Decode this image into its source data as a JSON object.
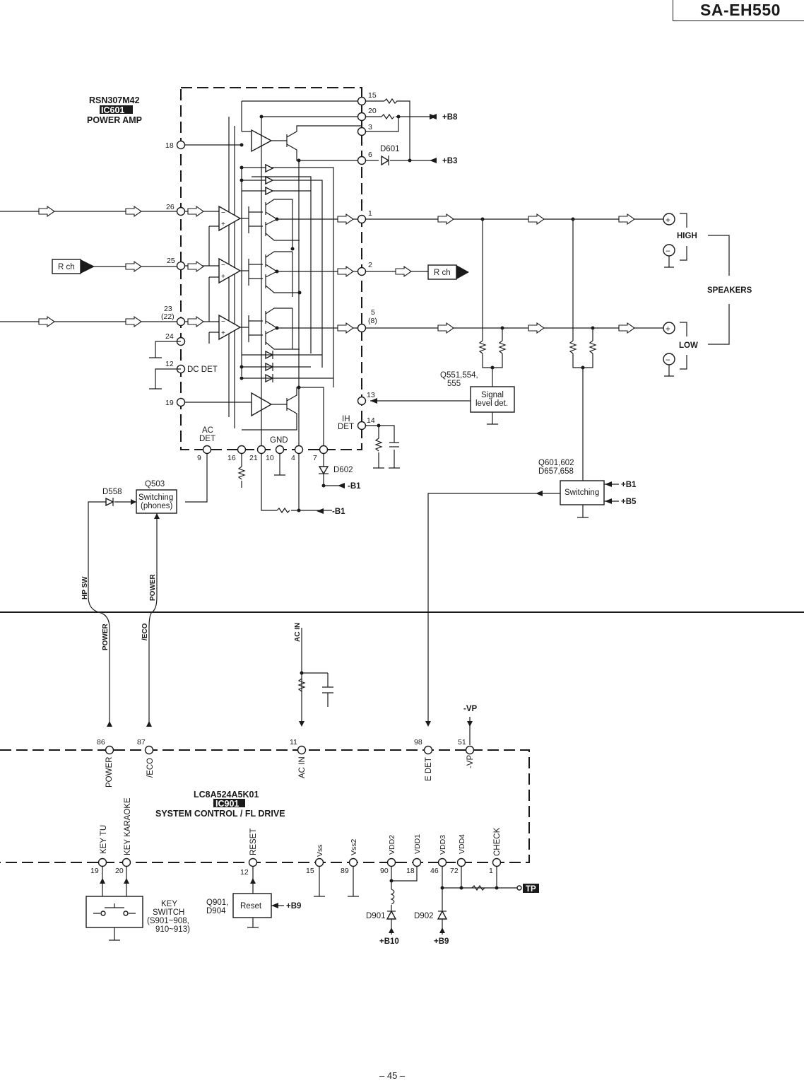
{
  "model": "SA-EH550",
  "page_number": "– 45 –",
  "ic601": {
    "part": "RSN307M42",
    "ref": "IC601",
    "desc": "POWER AMP",
    "pins": [
      "18",
      "26",
      "25",
      "23",
      "(22)",
      "24",
      "12",
      "19",
      "9",
      "16",
      "21",
      "10",
      "4",
      "7",
      "15",
      "20",
      "3",
      "6",
      "1",
      "2",
      "5",
      "(8)",
      "13",
      "14"
    ],
    "labels": {
      "dc_det": "DC DET",
      "ac_det": "AC",
      "ac_det2": "DET",
      "gnd": "GND",
      "ih_det": "IH",
      "ih_det2": "DET"
    }
  },
  "supply": {
    "b8": "+B8",
    "b3": "+B3",
    "b1": "+B1",
    "b5": "+B5",
    "mb1": "-B1",
    "mb1b": "-B1",
    "b9": "+B9",
    "b9b": "+B9",
    "b10": "+B10",
    "vp": "-VP"
  },
  "parts": {
    "d601": "D601",
    "d602": "D602",
    "d558": "D558",
    "q503": "Q503",
    "q503_box": [
      "Switching",
      "(phones)"
    ],
    "q551": [
      "Q551,554,",
      "555"
    ],
    "signal_box": [
      "Signal",
      "level det."
    ],
    "q601": [
      "Q601,602",
      "D657,658"
    ],
    "switching_box": "Switching",
    "q901": [
      "Q901,",
      "D904"
    ],
    "reset_box": "Reset",
    "d901": "D901",
    "d902": "D902",
    "tp": "TP"
  },
  "signals": {
    "rch_in": "R ch",
    "rch_out": "R ch"
  },
  "speakers": {
    "label": "SPEAKERS",
    "high": "HIGH",
    "low": "LOW",
    "plus": "+",
    "minus": "−"
  },
  "bus": {
    "hp_sw": "HP SW",
    "power_top": "POWER",
    "power": "POWER",
    "eco": "/ECO",
    "ac_in": "AC IN"
  },
  "ic901": {
    "part": "LC8A524A5K01",
    "ref": "IC901",
    "desc": "SYSTEM  CONTROL / FL DRIVE",
    "top_pins": [
      {
        "num": "86",
        "name": "POWER"
      },
      {
        "num": "87",
        "name": "/ECO"
      },
      {
        "num": "11",
        "name": "AC IN"
      },
      {
        "num": "98",
        "name": "E DET"
      },
      {
        "num": "51",
        "name": "-VP"
      }
    ],
    "bottom_pins": [
      {
        "num": "19",
        "name": "KEY TU"
      },
      {
        "num": "20",
        "name": "KEY KARAOKE"
      },
      {
        "num": "12",
        "name": "RESET"
      },
      {
        "num": "15",
        "name": "Vss"
      },
      {
        "num": "89",
        "name": "Vss2"
      },
      {
        "num": "90",
        "name": "VDD2"
      },
      {
        "num": "18",
        "name": "VDD1"
      },
      {
        "num": "46",
        "name": "VDD3"
      },
      {
        "num": "72",
        "name": "VDD4"
      },
      {
        "num": "1",
        "name": "CHECK"
      }
    ]
  },
  "key_switch": [
    "KEY",
    "SWITCH",
    "(S901~908,",
    "910~913)"
  ]
}
